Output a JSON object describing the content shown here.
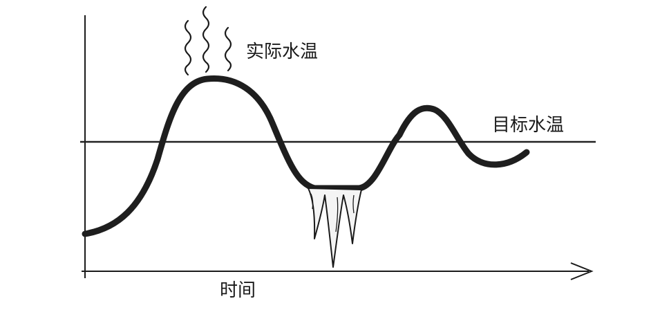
{
  "labels": {
    "actual_temp": "实际水温",
    "target_temp": "目标水温",
    "x_axis": "时间"
  },
  "colors": {
    "curve": "#1e1e1e",
    "axis": "#1a1a1a",
    "target_line": "#222222",
    "ice_fill": "#f4f4f4",
    "background": "#ffffff"
  },
  "icons": {
    "steam": "wavy-steam-lines",
    "ice": "icicles"
  }
}
